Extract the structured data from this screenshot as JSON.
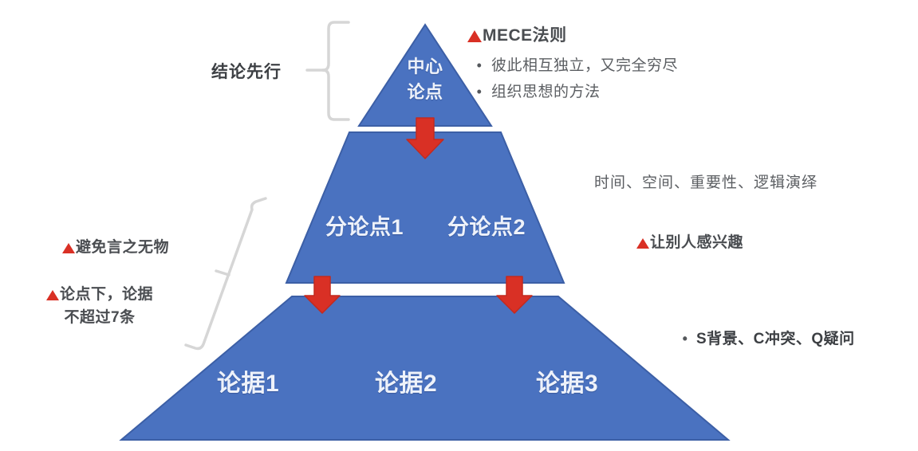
{
  "diagram": {
    "type": "pyramid-principle",
    "colors": {
      "pyramid_fill": "#4a72c0",
      "pyramid_edge": "#3c5fa6",
      "arrow_red": "#d93025",
      "triangle_marker": "#d93025",
      "bracket_gray": "#d8d8d8",
      "label_text": "#eef2fa",
      "note_text": "#55585c",
      "background": "#ffffff"
    }
  },
  "pyramid": {
    "tiers": [
      {
        "name": "tier-1",
        "labels": [
          "中心\n论点"
        ],
        "label_line1": "中心",
        "label_line2": "论点"
      },
      {
        "name": "tier-2",
        "labels": [
          "分论点1",
          "分论点2"
        ]
      },
      {
        "name": "tier-3",
        "labels": [
          "论据1",
          "论据2",
          "论据3"
        ]
      }
    ],
    "arrows": [
      {
        "name": "arrow-tier1-to-tier2",
        "direction": "down"
      },
      {
        "name": "arrow-tier2-to-tier3-left",
        "direction": "down"
      },
      {
        "name": "arrow-tier2-to-tier3-right",
        "direction": "down"
      }
    ]
  },
  "annotations": {
    "conclusion_first": "结论先行",
    "mece": {
      "marker": "▲",
      "title": "MECE法则",
      "bullets": [
        "彼此相互独立，又完全穷尽",
        "组织思想的方法"
      ],
      "bullet_glyph": "•"
    },
    "avoid_empty": {
      "marker": "▲",
      "text": "避免言之无物"
    },
    "max_seven": {
      "marker": "▲",
      "line1": "论点下，论据",
      "line2": "不超过7条"
    },
    "ordering_logic": "时间、空间、重要性、逻辑演绎",
    "make_interesting": {
      "marker": "▲",
      "text": "让别人感兴趣"
    },
    "scq": {
      "bullet_glyph": "•",
      "text": "S背景、C冲突、Q疑问"
    }
  }
}
